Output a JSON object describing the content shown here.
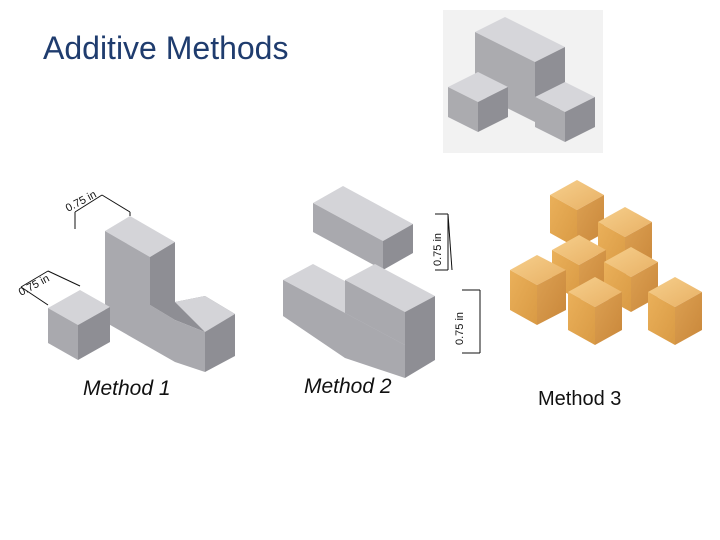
{
  "title": "Additive Methods",
  "methods": [
    {
      "label": "Method 1"
    },
    {
      "label": "Method 2"
    },
    {
      "label": "Method 3"
    }
  ],
  "dimensions": {
    "block_width": "0.75 in",
    "block_depth": "0.75 in",
    "block_height_tall": "0.75 in",
    "block_height_short": "0.75 in"
  },
  "colors": {
    "title": "#1f3c6e",
    "block_top": "#d4d4d8",
    "block_left": "#a9a9ae",
    "block_right": "#8e8e94",
    "wood_top": "#f2c27a",
    "wood_left": "#e3a84e",
    "wood_right": "#d1913a"
  }
}
